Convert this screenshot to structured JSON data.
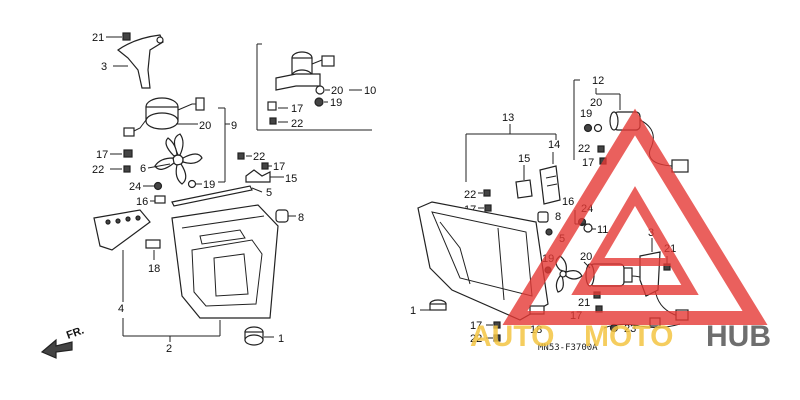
{
  "callouts": {
    "c1": "1",
    "c2": "2",
    "c3": "3",
    "c4": "4",
    "c5": "5",
    "c6": "6",
    "c8": "8",
    "c9": "9",
    "c10": "10",
    "c11": "11",
    "c12": "12",
    "c13": "13",
    "c14": "14",
    "c15": "15",
    "c16": "16",
    "c17": "17",
    "c18": "18",
    "c19": "19",
    "c20": "20",
    "c21": "21",
    "c22": "22",
    "c23": "23",
    "c24": "24"
  },
  "direction_label": "FR.",
  "part_code": "MN53-F3700A",
  "watermark": {
    "auto": "AUTO",
    "moto": "MOTO",
    "hub": "HUB"
  },
  "colors": {
    "watermark_red": "#e53935",
    "watermark_yellow": "#f4c542",
    "watermark_gray": "#555555",
    "line": "#222222"
  }
}
